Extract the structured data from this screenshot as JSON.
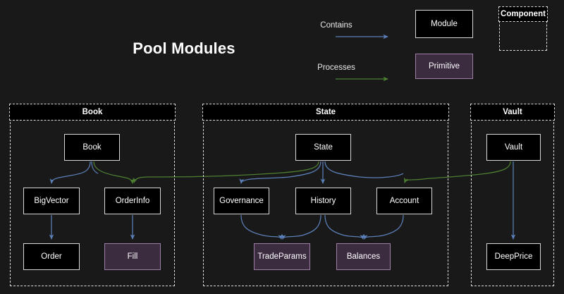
{
  "diagram": {
    "title": "Pool Modules",
    "background_color": "#191919"
  },
  "legend": {
    "edges": [
      {
        "label": "Contains",
        "color": "#5b7fb8",
        "icon": "arrow-right-icon"
      },
      {
        "label": "Processes",
        "color": "#3f7a2e",
        "icon": "arrow-right-icon"
      }
    ],
    "shapes": [
      {
        "label": "Module",
        "kind": "module",
        "fill": "#000000",
        "border": "#d8d8d8"
      },
      {
        "label": "Primitive",
        "kind": "primitive",
        "fill": "#3b2c40",
        "border": "#9d7fa6"
      }
    ],
    "component": {
      "label": "Component",
      "border": "#dcdcdc",
      "style": "dashed"
    }
  },
  "sections": [
    {
      "id": "book",
      "title": "Book",
      "nodes": [
        {
          "id": "book",
          "label": "Book",
          "kind": "module"
        },
        {
          "id": "bigvector",
          "label": "BigVector",
          "kind": "module"
        },
        {
          "id": "orderinfo",
          "label": "OrderInfo",
          "kind": "module"
        },
        {
          "id": "order",
          "label": "Order",
          "kind": "module"
        },
        {
          "id": "fill",
          "label": "Fill",
          "kind": "primitive"
        }
      ]
    },
    {
      "id": "state",
      "title": "State",
      "nodes": [
        {
          "id": "state",
          "label": "State",
          "kind": "module"
        },
        {
          "id": "governance",
          "label": "Governance",
          "kind": "module"
        },
        {
          "id": "history",
          "label": "History",
          "kind": "module"
        },
        {
          "id": "account",
          "label": "Account",
          "kind": "module"
        },
        {
          "id": "tradeparams",
          "label": "TradeParams",
          "kind": "primitive"
        },
        {
          "id": "balances",
          "label": "Balances",
          "kind": "primitive"
        }
      ]
    },
    {
      "id": "vault",
      "title": "Vault",
      "nodes": [
        {
          "id": "vault",
          "label": "Vault",
          "kind": "module"
        },
        {
          "id": "deepprice",
          "label": "DeepPrice",
          "kind": "module"
        }
      ]
    }
  ],
  "edges": [
    {
      "from": "book",
      "to": "bigvector",
      "type": "contains"
    },
    {
      "from": "book",
      "to": "orderinfo",
      "type": "contains"
    },
    {
      "from": "bigvector",
      "to": "order",
      "type": "contains"
    },
    {
      "from": "orderinfo",
      "to": "fill",
      "type": "contains"
    },
    {
      "from": "state",
      "to": "governance",
      "type": "contains"
    },
    {
      "from": "state",
      "to": "history",
      "type": "contains"
    },
    {
      "from": "state",
      "to": "account",
      "type": "contains"
    },
    {
      "from": "governance",
      "to": "tradeparams",
      "type": "contains"
    },
    {
      "from": "history",
      "to": "tradeparams",
      "type": "contains"
    },
    {
      "from": "history",
      "to": "balances",
      "type": "contains"
    },
    {
      "from": "account",
      "to": "balances",
      "type": "contains"
    },
    {
      "from": "vault",
      "to": "deepprice",
      "type": "contains"
    },
    {
      "from": "book",
      "to": "orderinfo",
      "type": "processes"
    },
    {
      "from": "state",
      "to": "orderinfo",
      "type": "processes"
    },
    {
      "from": "vault",
      "to": "account",
      "type": "processes"
    }
  ]
}
